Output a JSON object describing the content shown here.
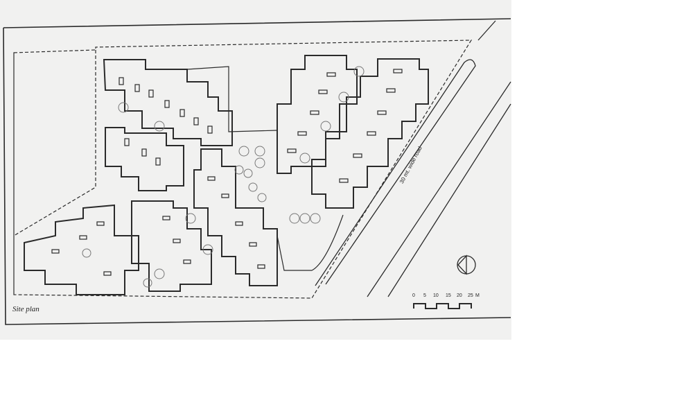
{
  "drawing": {
    "title": "Site plan",
    "road_label": "30 mt. wide road",
    "scale_bar": {
      "ticks": [
        "0",
        "5",
        "10",
        "15",
        "20",
        "25"
      ],
      "unit": "M"
    },
    "line_color": "#2a2a2a",
    "paper_color": "#f1f1f0"
  }
}
